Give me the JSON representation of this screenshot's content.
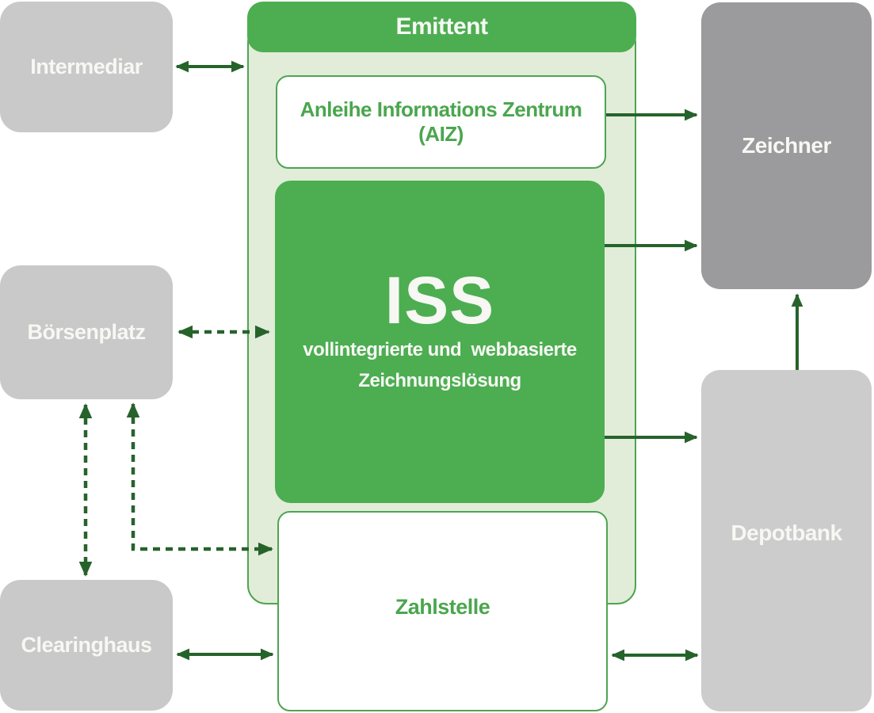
{
  "colors": {
    "green": "#4cae51",
    "green_border": "#4fa453",
    "green_light": "#e1edd8",
    "arrow": "#26632b",
    "gray_box": "#c9c9c9",
    "gray_dark": "#9b9b9d",
    "gray_depot": "#cccccc",
    "text_green": "#4aa64e"
  },
  "nodes": {
    "intermediar": {
      "label": "Intermediar"
    },
    "boersenplatz": {
      "label": "Börsenplatz"
    },
    "clearinghaus": {
      "label": "Clearinghaus"
    },
    "emittent": {
      "label": "Emittent"
    },
    "aiz": {
      "label": "Anleihe Informations Zentrum (AIZ)"
    },
    "iss": {
      "label": "ISS",
      "subtitle_line1": "vollintegrierte und  webbasierte",
      "subtitle_line2": "Zeichnungslösung"
    },
    "zahlstelle": {
      "label": "Zahlstelle"
    },
    "zeichner": {
      "label": "Zeichner"
    },
    "depotbank": {
      "label": "Depotbank"
    }
  },
  "edges": [
    {
      "from": "intermediar",
      "to": "emittent",
      "style": "solid",
      "bidirectional": true
    },
    {
      "from": "aiz",
      "to": "zeichner",
      "style": "solid",
      "bidirectional": false
    },
    {
      "from": "iss",
      "to": "zeichner",
      "style": "solid",
      "bidirectional": false
    },
    {
      "from": "iss",
      "to": "depotbank",
      "style": "solid",
      "bidirectional": false
    },
    {
      "from": "depotbank",
      "to": "zeichner",
      "style": "solid",
      "bidirectional": false
    },
    {
      "from": "zahlstelle",
      "to": "depotbank",
      "style": "solid",
      "bidirectional": true
    },
    {
      "from": "clearinghaus",
      "to": "zahlstelle",
      "style": "solid",
      "bidirectional": true
    },
    {
      "from": "boersenplatz",
      "to": "iss",
      "style": "dashed",
      "bidirectional": true
    },
    {
      "from": "boersenplatz",
      "to": "clearinghaus",
      "style": "dashed",
      "bidirectional": true
    },
    {
      "from": "boersenplatz",
      "to": "zahlstelle",
      "style": "dashed",
      "bidirectional": true
    }
  ]
}
